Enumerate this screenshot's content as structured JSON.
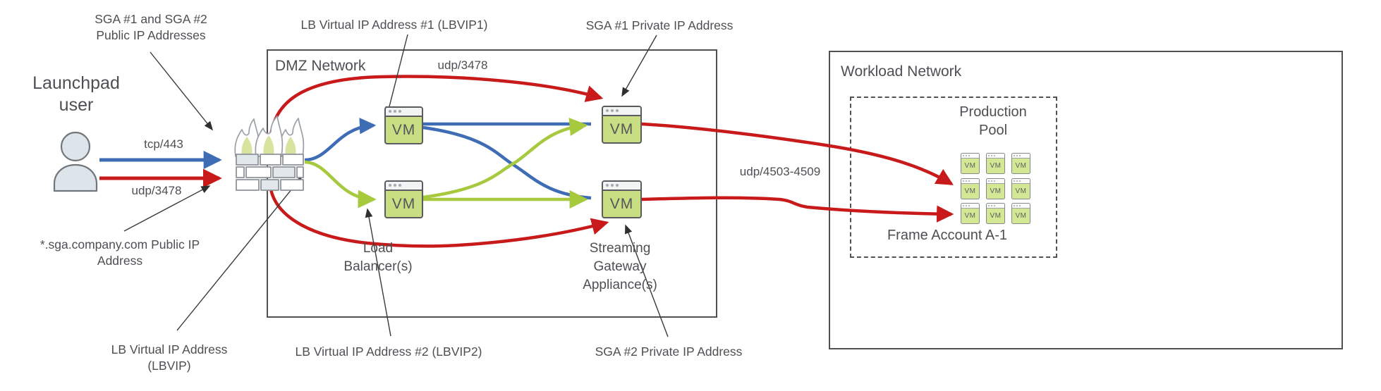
{
  "labels": {
    "sga_public_ips": [
      "SGA #1 and SGA #2",
      "Public IP Addresses"
    ],
    "launchpad_user": [
      "Launchpad",
      "user"
    ],
    "tcp_443": "tcp/443",
    "udp_3478_user": "udp/3478",
    "sga_wildcard": [
      "*.sga.company.com Public IP",
      "Address"
    ],
    "lbvip": [
      "LB Virtual IP Address",
      "(LBVIP)"
    ],
    "lbvip1": "LB Virtual IP Address #1 (LBVIP1)",
    "lbvip2": "LB Virtual IP Address #2 (LBVIP2)",
    "sga1_private": "SGA #1 Private IP Address",
    "sga2_private": "SGA #2 Private IP Address",
    "udp_3478_dmz": "udp/3478",
    "udp_4503_4509": "udp/4503-4509"
  },
  "networks": {
    "dmz": {
      "title": "DMZ Network"
    },
    "workload": {
      "title": "Workload Network"
    },
    "pool": {
      "title": [
        "Production",
        "Pool"
      ],
      "account": "Frame Account A-1"
    }
  },
  "nodes": {
    "load_balancers": [
      "Load",
      "Balancer(s)"
    ],
    "streaming_gateways": [
      "Streaming",
      "Gateway",
      "Appliance(s)"
    ],
    "vm_label": "VM"
  },
  "icons": [
    "user-icon",
    "firewall-icon",
    "vm-icon"
  ],
  "colors": {
    "red": "#c81a1a",
    "blue": "#3e6cb5",
    "green": "#a6c93d",
    "vmgreen": "#c9dd83",
    "vmgreen2": "#d3e795",
    "ink": "#4d4f53",
    "leader": "#3a3a3a"
  }
}
